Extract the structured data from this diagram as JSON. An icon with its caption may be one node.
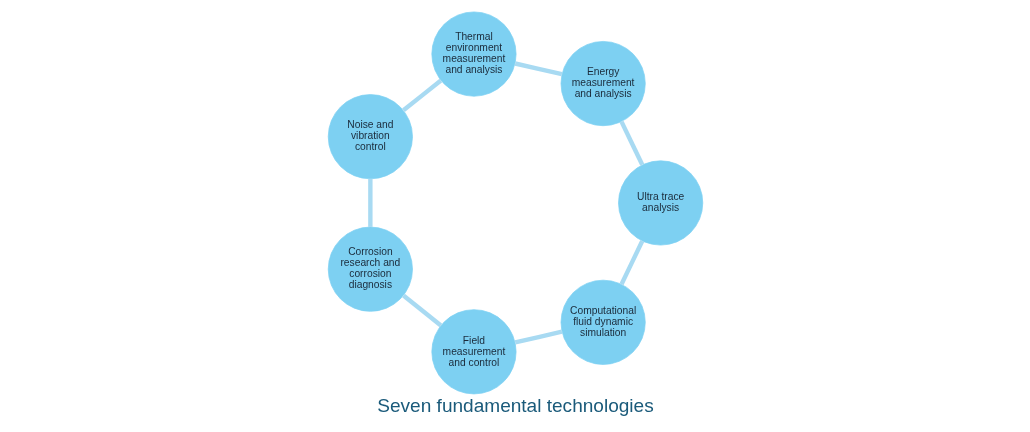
{
  "diagram": {
    "title": "Seven fundamental technologies",
    "nodes": [
      {
        "text": [
          "Computational fluid dynamic simulation"
        ]
      },
      {
        "text": [
          "Ultra trace analysis"
        ]
      },
      {
        "text": [
          "Field measurement and control"
        ]
      },
      {
        "text": [
          "Energy measurement and analysis"
        ]
      },
      {
        "text": [
          "Corrosion research and corrosion diagnosis"
        ]
      },
      {
        "text": [
          "Thermal environment measurement and analysis"
        ]
      },
      {
        "text": [
          "Noise and vibration control"
        ]
      }
    ],
    "edges": [
      {
        "from": 3,
        "to": 1,
        "arrow": "none"
      },
      {
        "from": 1,
        "to": 0,
        "arrow": "none"
      },
      {
        "from": 0,
        "to": 2,
        "arrow": "none"
      },
      {
        "from": 2,
        "to": 4,
        "arrow": "none"
      },
      {
        "from": 4,
        "to": 6,
        "arrow": "none"
      },
      {
        "from": 6,
        "to": 5,
        "arrow": "none"
      },
      {
        "from": 5,
        "to": 3,
        "arrow": "none"
      }
    ]
  }
}
